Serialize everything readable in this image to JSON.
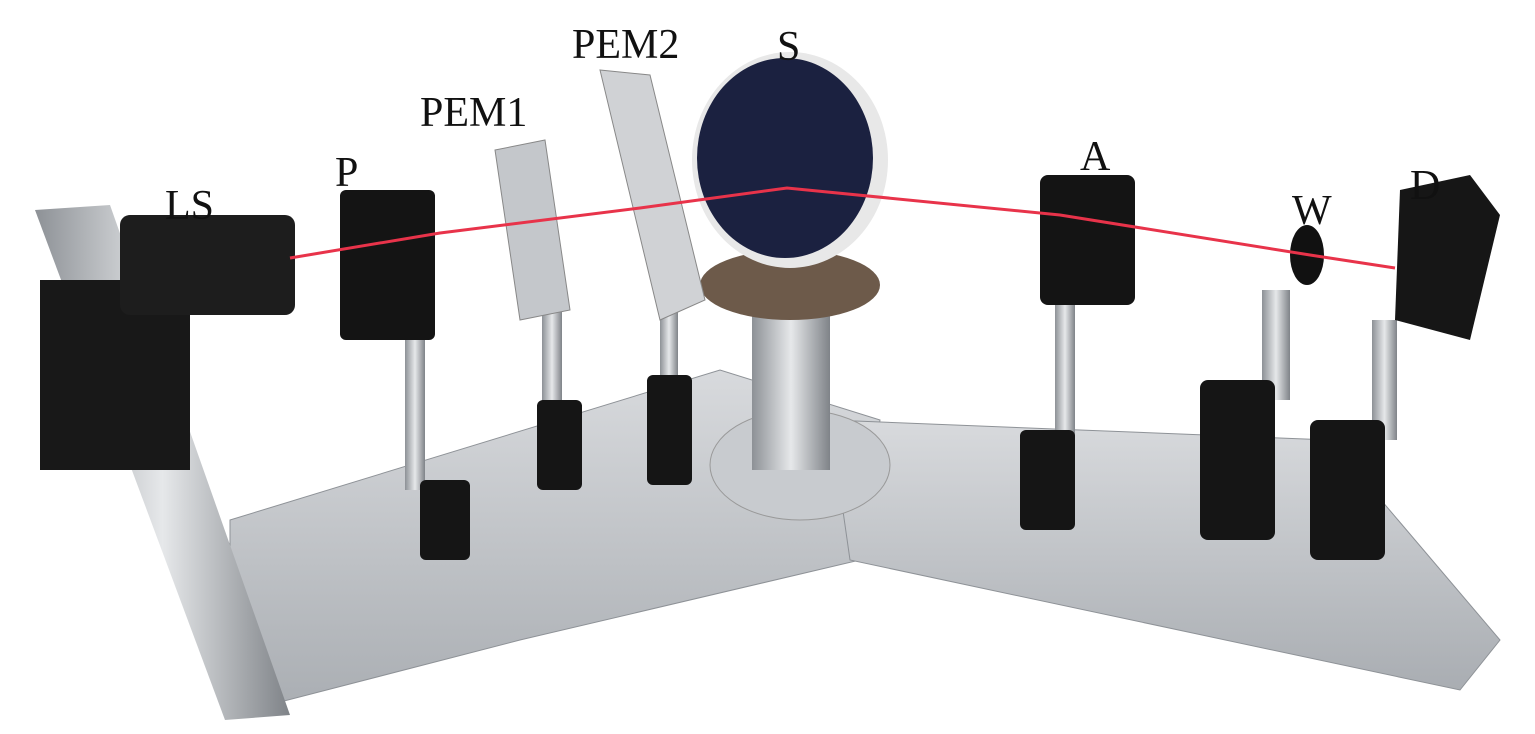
{
  "labels": {
    "light_source": "LS",
    "polarizer": "P",
    "pem1": "PEM1",
    "pem2": "PEM2",
    "sample": "S",
    "analyzer": "A",
    "waveplate": "W",
    "detector": "D"
  },
  "colors": {
    "laser": "#e8334a",
    "breadboard": "#c9ccd0",
    "mount": "#1a1a1a",
    "post": "#b9bdc2",
    "sample": "#1b2140"
  }
}
